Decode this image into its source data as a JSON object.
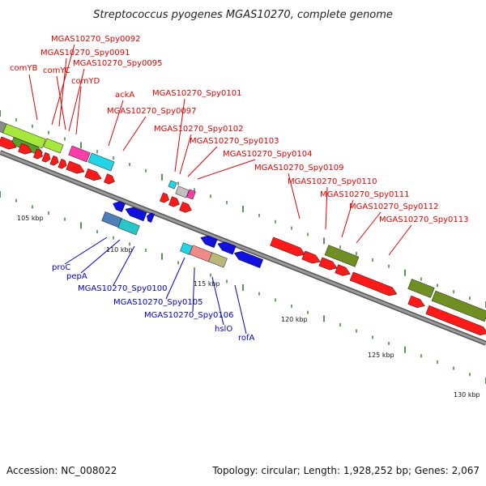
{
  "title": "Streptococcus pyogenes MGAS10270, complete genome",
  "footer": {
    "accession": "Accession: NC_008022",
    "stats": "Topology: circular; Length: 1,928,252 bp; Genes: 2,067"
  },
  "colors": {
    "forward_label": "#e00000",
    "reverse_label": "#0000cc",
    "backbone": "#888888",
    "tick": "#2a7a2a"
  },
  "axis_labels": [
    "105 kbp",
    "110 kbp",
    "115 kbp",
    "120 kbp",
    "125 kbp",
    "130 kbp"
  ],
  "forward_labels": [
    "comYB",
    "MGAS10270_Spy0092",
    "MGAS10270_Spy0091",
    "comYC",
    "MGAS10270_Spy0095",
    "comYD",
    "ackA",
    "MGAS10270_Spy0097",
    "MGAS10270_Spy0101",
    "MGAS10270_Spy0102",
    "MGAS10270_Spy0103",
    "MGAS10270_Spy0104",
    "MGAS10270_Spy0109",
    "MGAS10270_Spy0110",
    "MGAS10270_Spy0111",
    "MGAS10270_Spy0112",
    "MGAS10270_Spy0113"
  ],
  "reverse_labels": [
    "proC",
    "pepA",
    "MGAS10270_Spy0100",
    "MGAS10270_Spy0105",
    "MGAS10270_Spy0106",
    "hslO",
    "rofA"
  ]
}
